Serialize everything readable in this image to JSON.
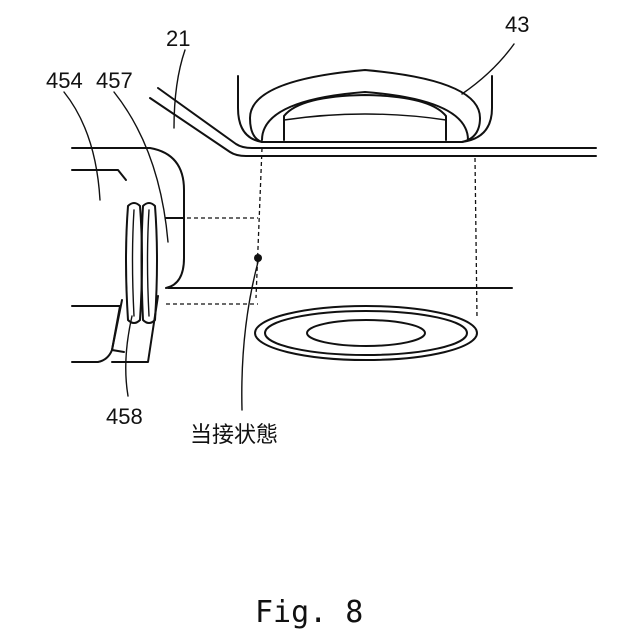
{
  "labels": {
    "part_21": "21",
    "part_43": "43",
    "part_454": "454",
    "part_457": "457",
    "part_458": "458",
    "contact_state": "当接状態"
  },
  "caption": "Fig. 8"
}
